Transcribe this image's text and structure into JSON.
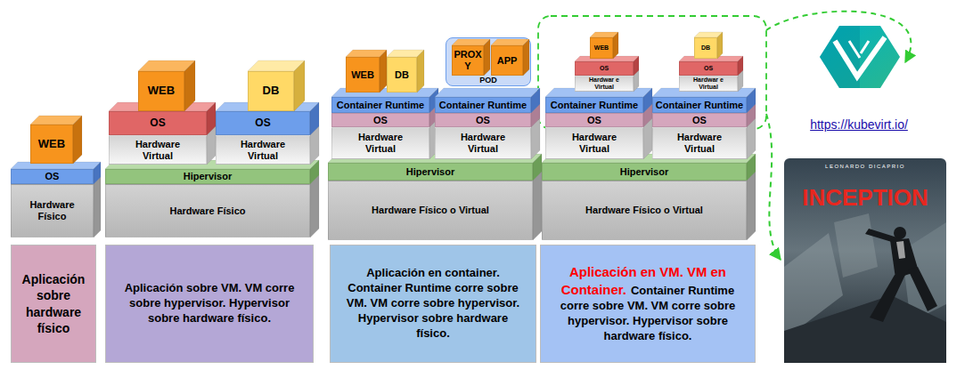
{
  "diagram": {
    "nodes": [
      {
        "text": [
          "WEB"
        ]
      },
      {
        "text": [
          "OS"
        ]
      },
      {
        "text": [
          "Hardware Físico"
        ]
      },
      {
        "text": [
          "WEB"
        ]
      },
      {
        "text": [
          "DB"
        ]
      },
      {
        "text": [
          "OS"
        ]
      },
      {
        "text": [
          "OS"
        ]
      },
      {
        "text": [
          "Hardware Virtual"
        ]
      },
      {
        "text": [
          "Hardware Virtual"
        ]
      },
      {
        "text": [
          "Hipervisor"
        ]
      },
      {
        "text": [
          "Hardware Físico"
        ]
      },
      {
        "text": [
          "POD"
        ]
      },
      {
        "text": [
          "PROX Y"
        ],
        "in": 11
      },
      {
        "text": [
          "APP"
        ],
        "in": 11
      },
      {
        "text": [
          "WEB"
        ]
      },
      {
        "text": [
          "DB"
        ]
      },
      {
        "text": [
          "Container Runtime"
        ]
      },
      {
        "text": [
          "Container Runtime"
        ]
      },
      {
        "text": [
          "OS"
        ]
      },
      {
        "text": [
          "OS"
        ]
      },
      {
        "text": [
          "Hardware Virtual"
        ]
      },
      {
        "text": [
          "Hardware Virtual"
        ]
      },
      {
        "text": [
          "Hipervisor"
        ]
      },
      {
        "text": [
          "Hardware Físico o Virtual"
        ]
      },
      {
        "text": [
          "WEB"
        ]
      },
      {
        "text": [
          "DB"
        ]
      },
      {
        "text": [
          "OS"
        ]
      },
      {
        "text": [
          "OS"
        ]
      },
      {
        "text": [
          "Hardwar e Virtual"
        ]
      },
      {
        "text": [
          "Hardwar e Virtual"
        ]
      },
      {
        "text": [
          "Container Runtime"
        ]
      },
      {
        "text": [
          "Container Runtime"
        ]
      },
      {
        "text": [
          "OS"
        ]
      },
      {
        "text": [
          "OS"
        ]
      },
      {
        "text": [
          "Hardware Virtual"
        ]
      },
      {
        "text": [
          "Hardware Virtual"
        ]
      },
      {
        "text": [
          "Hipervisor"
        ]
      },
      {
        "text": [
          "Hardware Físico o Virtual"
        ]
      },
      {
        "text": [
          "Aplicación sobre hardware físico"
        ]
      },
      {
        "text": [
          "Aplicación sobre VM. VM corre sobre hypervisor. Hypervisor sobre hardware físico."
        ]
      },
      {
        "text": [
          "Aplicación en container. Container Runtime corre sobre VM. VM corre sobre hypervisor. Hypervisor sobre hardware físico."
        ]
      },
      {
        "text": [
          "Aplicación en VM. VM en Container.",
          "Container Runtime corre sobre VM. VM corre sobre hypervisor. Hypervisor sobre hardware físico."
        ]
      }
    ],
    "labels": [
      "https://kubevirt.io/",
      "LEONARDO DICAPRIO",
      "INCEPTION"
    ]
  }
}
